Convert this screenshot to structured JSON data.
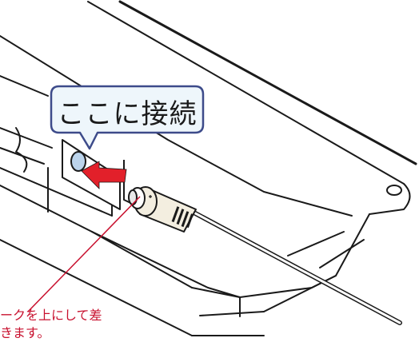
{
  "callout": {
    "label": "ここに接続"
  },
  "note": {
    "line1": "ークを上にして差",
    "line2": "きます。"
  },
  "colors": {
    "outline": "#1a1a1a",
    "callout_border": "#3d4b8a",
    "callout_fill": "#eef6fb",
    "port_fill": "#bcd4ec",
    "arrow": "#e2202a",
    "leader_line": "#c8102e",
    "plug_body": "#f3eee0"
  },
  "icons": [
    "connection-port",
    "insert-direction-arrow",
    "cable-plug"
  ]
}
